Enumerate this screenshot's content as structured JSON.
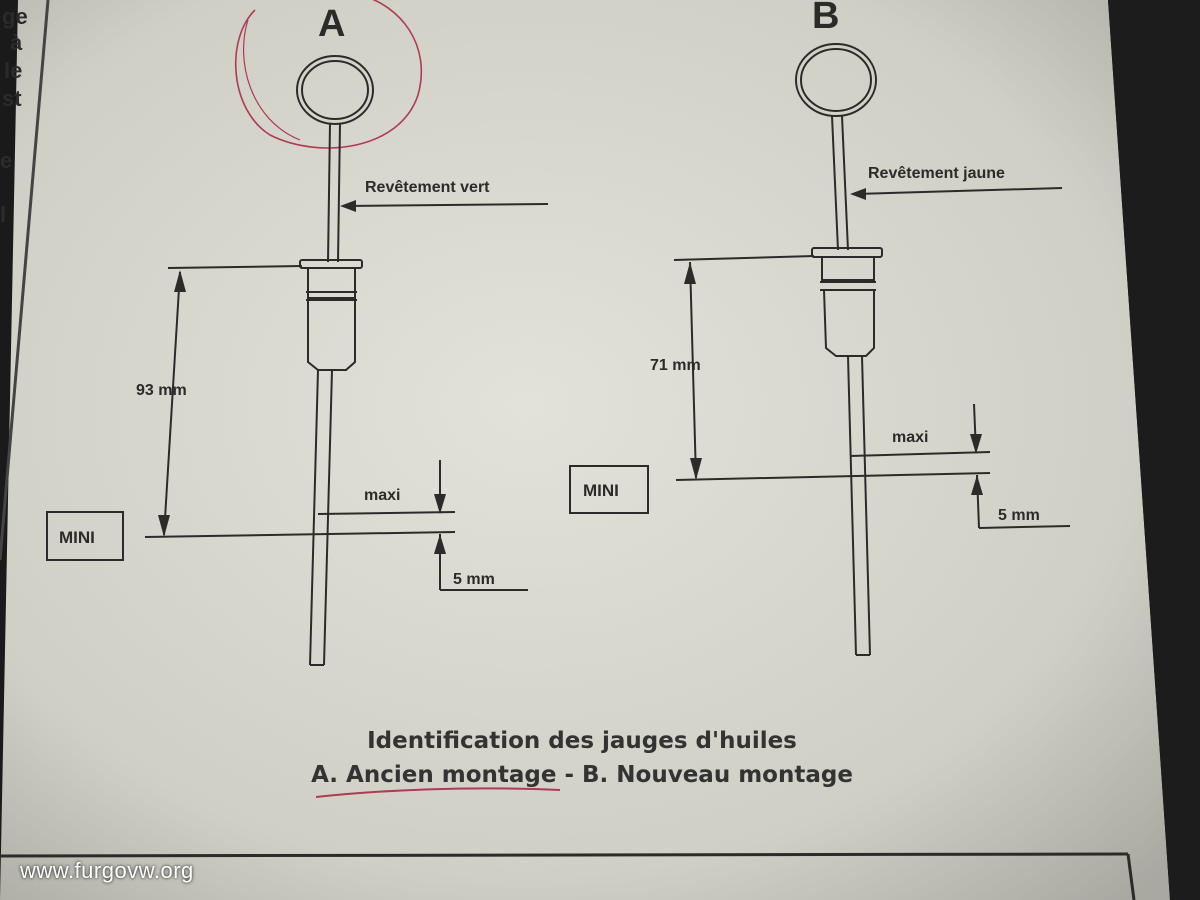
{
  "edge_text": [
    "ge",
    "à",
    "le",
    "st",
    "e",
    "l"
  ],
  "diagram_a": {
    "letter": "A",
    "coating_label": "Revêtement vert",
    "dimension_label": "93 mm",
    "maxi_label": "maxi",
    "mini_label": "MINI",
    "tolerance_label": "5 mm"
  },
  "diagram_b": {
    "letter": "B",
    "coating_label": "Revêtement jaune",
    "dimension_label": "71 mm",
    "maxi_label": "maxi",
    "mini_label": "MINI",
    "tolerance_label": "5 mm"
  },
  "caption": {
    "line1": "Identification des jauges d'huiles",
    "line2": "A. Ancien montage - B. Nouveau montage"
  },
  "watermark": "www.furgovw.org",
  "colors": {
    "paper": "#dcdcd4",
    "ink": "#2b2b2b",
    "pen_mark": "#b03a55"
  }
}
